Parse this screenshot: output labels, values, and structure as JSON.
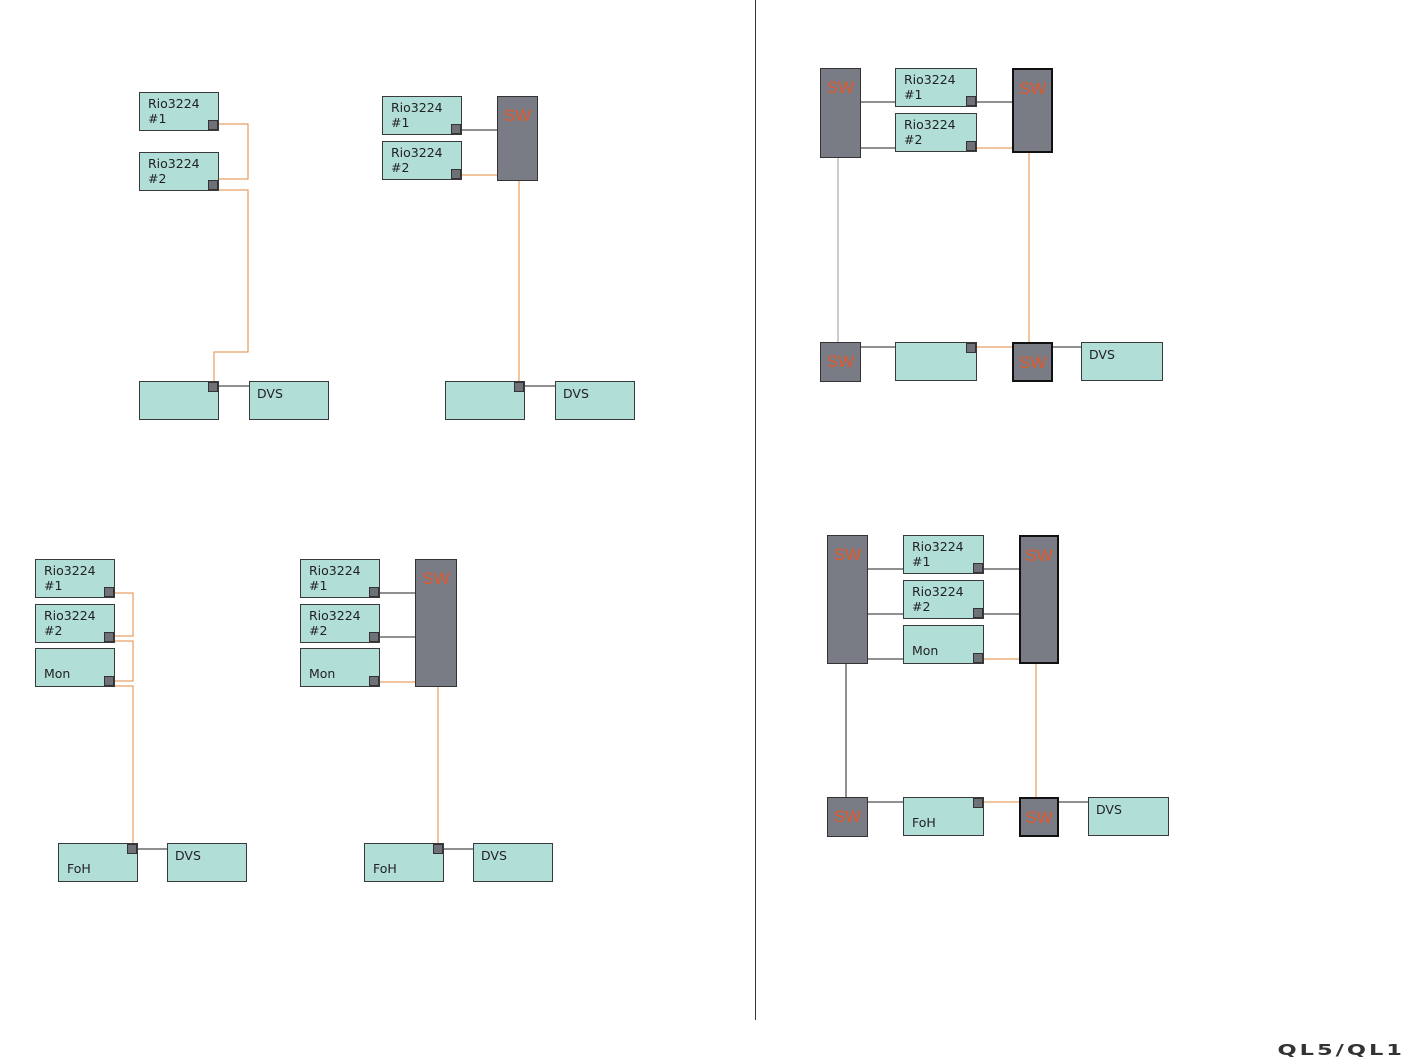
{
  "labels": {
    "rio1_top": "Rio3224",
    "rio1_bot": "#1",
    "rio2_top": "Rio3224",
    "rio2_bot": "#2",
    "mon": "Mon",
    "foh": "FoH",
    "dvs": "DVS",
    "sw": "SW"
  },
  "logo": "QL5/QL1",
  "colors": {
    "box_fill": "#b2ded8",
    "switch_fill": "#7a7c85",
    "switch_label": "#e0562a",
    "secondary_link": "#e08a3c",
    "primary_link": "#222222",
    "gray_link": "#999999"
  }
}
